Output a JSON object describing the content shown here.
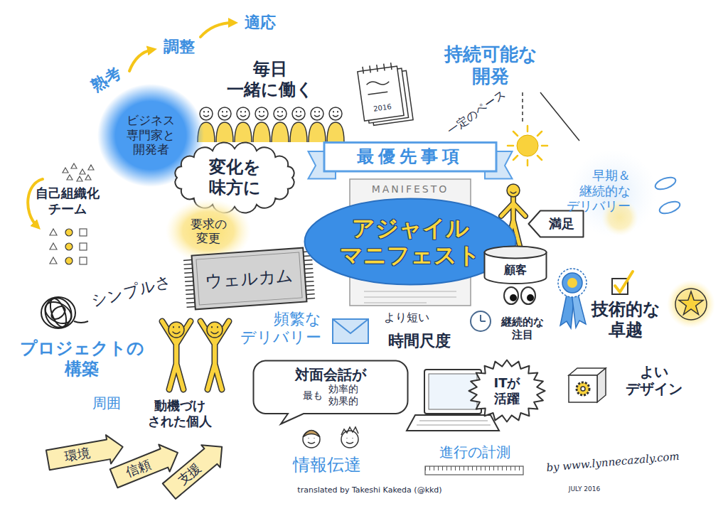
{
  "diagram": {
    "nodes": [
      {
        "text": [
          "ビジネス 専門家と 開発者"
        ]
      },
      {
        "text": [
          "変化を 味方に"
        ]
      },
      {
        "text": [
          "最優先事項"
        ]
      },
      {
        "text": [
          "要求の 変更"
        ]
      },
      {
        "text": [
          "ウェルカム"
        ]
      },
      {
        "text": [
          "アジャイル マニフェスト"
        ]
      },
      {
        "text": [
          "満足"
        ]
      },
      {
        "text": [
          "顧客"
        ]
      },
      {
        "text": [
          "対面会話が",
          "最も",
          "効率的 効果的"
        ]
      },
      {
        "text": [
          "ITが 活躍"
        ]
      },
      {
        "text": [
          "環境"
        ]
      },
      {
        "text": [
          "信頼"
        ]
      },
      {
        "text": [
          "支援"
        ]
      }
    ],
    "labels": [
      "熟考",
      "調整",
      "適応",
      "毎日 一緒に働く",
      "2016",
      "持続可能な 開発",
      "一定のペース",
      "自己組織化 チーム",
      "MANIFESTO",
      "早期＆継続的な デリバリー",
      "シンプルさ",
      "頻繁な デリバリー",
      "より短い",
      "時間尺度",
      "継続的な 注目",
      "技術的な 卓越",
      "よい デザイン",
      "プロジェクトの 構築",
      "周囲",
      "動機づけ された個人",
      "情報伝達",
      "進行の計測",
      "by www.lynnecazaly.com",
      "JULY 2016",
      "translated by Takeshi Kakeda (@kkd)"
    ]
  }
}
